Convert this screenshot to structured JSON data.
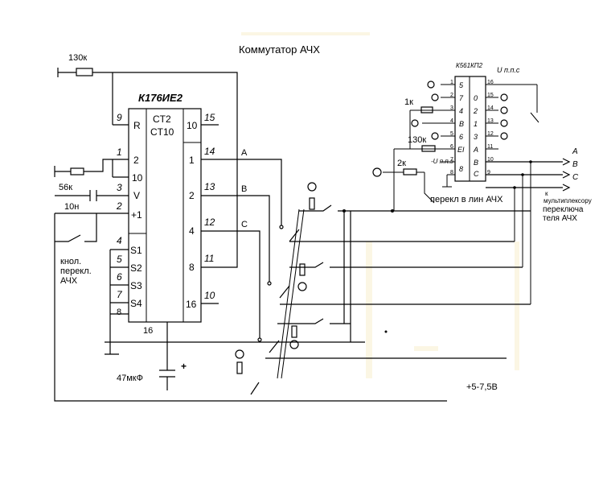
{
  "title": "Коммутатор АЧХ",
  "chip1": {
    "name": "К176ИЕ2",
    "type_line1": "CT2",
    "type_line2": "CT10",
    "left_pins": [
      {
        "num": "9",
        "label": "R"
      },
      {
        "num": "1",
        "label": "2"
      },
      {
        "num": "",
        "label": "10"
      },
      {
        "num": "3",
        "label": "V"
      },
      {
        "num": "2",
        "label": "+1"
      },
      {
        "num": "4",
        "label": "S1"
      },
      {
        "num": "5",
        "label": "S2"
      },
      {
        "num": "6",
        "label": "S3"
      },
      {
        "num": "7",
        "label": "S4"
      },
      {
        "num": "8",
        "label": ""
      }
    ],
    "right_pins": [
      {
        "num": "15",
        "label": "10"
      },
      {
        "num": "14",
        "label": "1"
      },
      {
        "num": "13",
        "label": "2"
      },
      {
        "num": "12",
        "label": "4"
      },
      {
        "num": "11",
        "label": "8"
      },
      {
        "num": "10",
        "label": "16"
      }
    ],
    "bottom_pin": "16"
  },
  "chip2": {
    "name": "К561КП2",
    "supply_label": "U п.п.с",
    "vee_label": "-U п.п.э",
    "left_pins": [
      {
        "num": "1",
        "label": "5"
      },
      {
        "num": "2",
        "label": "7"
      },
      {
        "num": "3",
        "label": "4"
      },
      {
        "num": "4",
        "label": "B"
      },
      {
        "num": "5",
        "label": "6"
      },
      {
        "num": "6",
        "label": "EI"
      },
      {
        "num": "7",
        "label": ""
      },
      {
        "num": "8",
        "label": "8"
      }
    ],
    "right_pins": [
      {
        "num": "16",
        "label": ""
      },
      {
        "num": "15",
        "label": "0"
      },
      {
        "num": "14",
        "label": "2"
      },
      {
        "num": "13",
        "label": "1"
      },
      {
        "num": "12",
        "label": "3"
      },
      {
        "num": "11",
        "label": "A"
      },
      {
        "num": "10",
        "label": "B"
      },
      {
        "num": "9",
        "label": "C"
      }
    ]
  },
  "components": {
    "r_130k_top": "130к",
    "r_56k": "56к",
    "c_10n": "10н",
    "r_1k": "1к",
    "r_130k_right": "130к",
    "r_2k": "2к",
    "c_47": "47мкФ",
    "plus": "+"
  },
  "lines": {
    "out_a": "A",
    "out_b": "B",
    "out_c": "C",
    "mux_a": "A",
    "mux_b": "B",
    "mux_c": "C"
  },
  "notes": {
    "button_line1": "кнол.",
    "button_line2": "перекл.",
    "button_line3": "АЧХ",
    "switch_note": "перекл в лин АЧХ",
    "mux_note_1": "к",
    "mux_note_2": "мультиплексору",
    "mux_note_3": "переключа",
    "mux_note_4": "теля АЧХ",
    "supply": "+5-7,5В"
  }
}
